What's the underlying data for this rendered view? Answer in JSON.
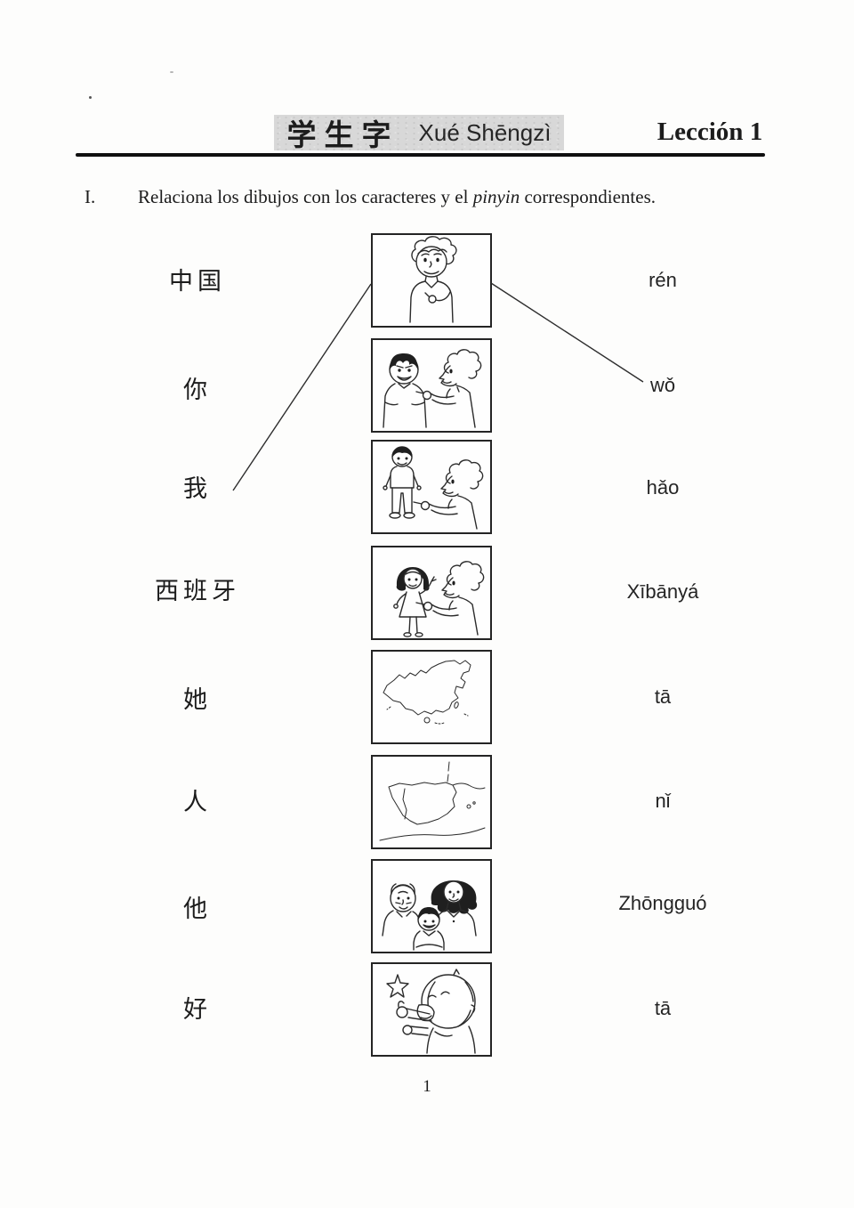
{
  "header": {
    "chinese_title": "学生字",
    "pinyin_title": "Xué Shēngzì",
    "lesson_label": "Lección 1"
  },
  "instruction": {
    "number": "I.",
    "text_start": "Relaciona los dibujos con los caracteres y el ",
    "italic_word": "pinyin",
    "text_end": " correspondientes."
  },
  "exercise": {
    "characters": [
      "中国",
      "你",
      "我",
      "西班牙",
      "她",
      "人",
      "他",
      "好"
    ],
    "pinyin": [
      "rén",
      "wǒ",
      "hǎo",
      "Xībānyá",
      "tā",
      "nǐ",
      "Zhōngguó",
      "tā"
    ],
    "pictures": [
      {
        "name": "boy-pointing-at-himself"
      },
      {
        "name": "boy-pointing-at-another-boy"
      },
      {
        "name": "boy-pointing-at-standing-boy"
      },
      {
        "name": "boy-pointing-at-girl"
      },
      {
        "name": "outline-map-of-china"
      },
      {
        "name": "outline-map-of-spain"
      },
      {
        "name": "family-grandfather-mother-child"
      },
      {
        "name": "boy-thumbs-up-with-star"
      }
    ],
    "drawn_lines": [
      {
        "from_character": "我",
        "to_picture": "boy-pointing-at-himself"
      },
      {
        "from_picture": "boy-pointing-at-himself",
        "to_pinyin": "wǒ"
      }
    ]
  },
  "footer": {
    "page_number": "1"
  },
  "colors": {
    "ink": "#1c1c1c",
    "header_band": "#d8d8d8",
    "paper": "#fdfdfc"
  }
}
